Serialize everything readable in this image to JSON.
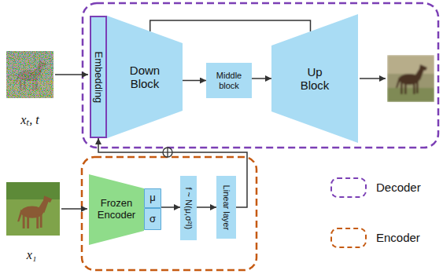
{
  "diagram": {
    "nodes": [
      {
        "text": [
          "Embedding"
        ]
      },
      {
        "text": [
          "Down Block"
        ]
      },
      {
        "text": [
          "Middle block"
        ]
      },
      {
        "text": [
          "Up Block"
        ]
      },
      {
        "text": [
          "Frozen Encoder"
        ]
      },
      {
        "text": [
          "μ"
        ]
      },
      {
        "text": [
          "σ"
        ]
      },
      {
        "text": [
          "f ~ N(μ,σ²I)"
        ]
      },
      {
        "text": [
          "Linear layer"
        ]
      }
    ],
    "edges": [
      {
        "from": 1,
        "to": 2,
        "arrow": "to"
      },
      {
        "from": 2,
        "to": 3,
        "arrow": "to"
      },
      {
        "from": 1,
        "to": 3,
        "arrow": "none"
      },
      {
        "from": 5,
        "to": 7,
        "arrow": "to"
      },
      {
        "from": 7,
        "to": 8,
        "arrow": "to"
      },
      {
        "from": 8,
        "to": 0,
        "arrow": "to"
      }
    ],
    "labels": [
      "xₜ, t",
      "x₁"
    ],
    "legend": [
      {
        "text": "Decoder",
        "color": "#7b3fb5"
      },
      {
        "text": "Encoder",
        "color": "#c55a11"
      }
    ]
  }
}
